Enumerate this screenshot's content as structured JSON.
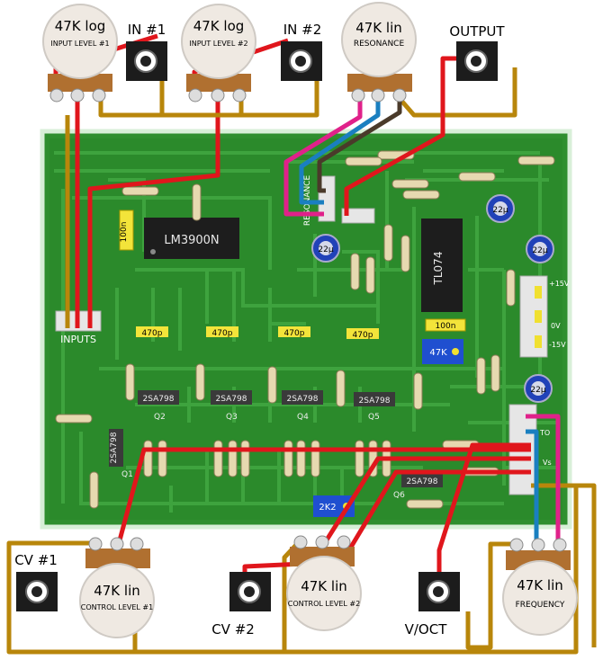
{
  "pots": {
    "in1": {
      "value": "47K log",
      "name": "INPUT LEVEL #1"
    },
    "in2": {
      "value": "47K log",
      "name": "INPUT LEVEL #2"
    },
    "res": {
      "value": "47K lin",
      "name": "RESONANCE"
    },
    "cv1": {
      "value": "47K lin",
      "name": "CONTROL LEVEL #1"
    },
    "cv2": {
      "value": "47K lin",
      "name": "CONTROL LEVEL #2"
    },
    "freq": {
      "value": "47K lin",
      "name": "FREQUENCY"
    }
  },
  "jacks": {
    "in1": "IN #1",
    "in2": "IN #2",
    "output": "OUTPUT",
    "cv1": "CV #1",
    "cv2": "CV #2",
    "voct": "V/OCT"
  },
  "board": {
    "ic1": "LM3900N",
    "ic2": "TL074",
    "cap_100n_a": "100n",
    "cap_100n_b": "100n",
    "cap_470p": "470p",
    "cap_22u": "22µ",
    "trim_47k": "47K",
    "trim_2k2": "2K2",
    "transistor": "2SA798",
    "q_labels": [
      "Q1",
      "Q2",
      "Q3",
      "Q4",
      "Q5",
      "Q6"
    ],
    "inputs_label": "INPUTS",
    "resonance_label": "RESONANCE",
    "power": {
      "pos": "+15V",
      "zero": "0V",
      "neg": "-15V"
    },
    "to_label": "TO",
    "vs_label": "Vs"
  },
  "colors": {
    "board": "#2f8f2f",
    "trace": "#3ca83c",
    "wire_red": "#e0161c",
    "wire_brown": "#b8860b",
    "wire_pink": "#e0218a",
    "wire_blue": "#1a7fc0",
    "wire_dark": "#4a3a2a",
    "pot_body": "#efe9e2",
    "jack": "#1c1c1c"
  }
}
